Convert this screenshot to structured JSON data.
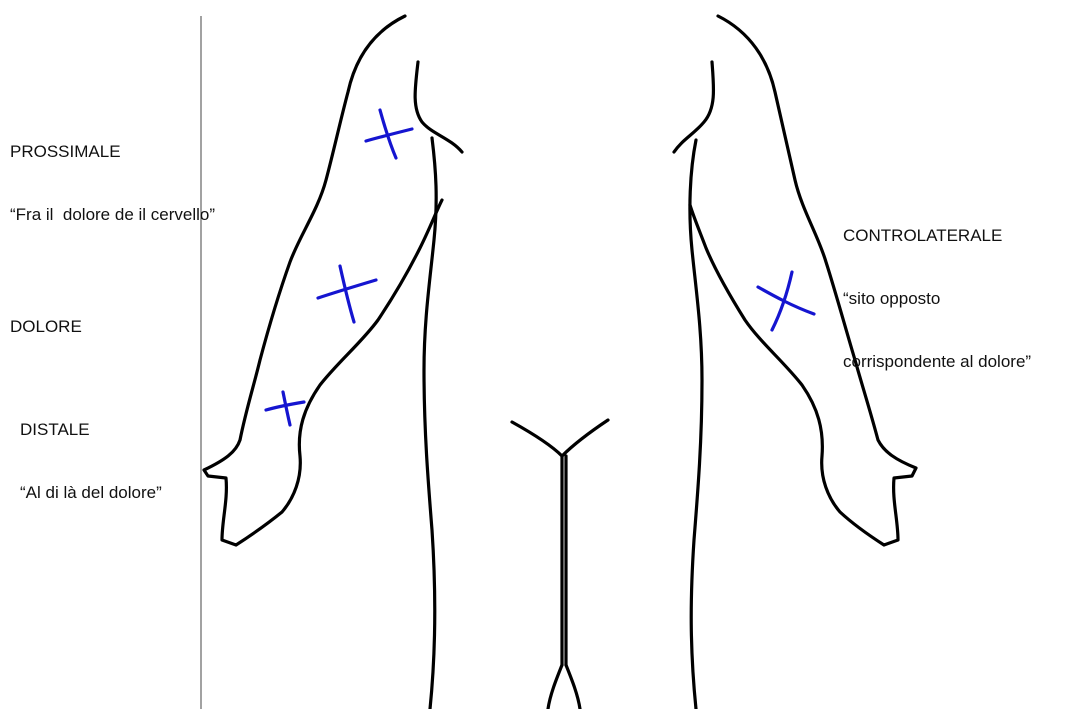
{
  "labels": {
    "proximal_title": "PROSSIMALE",
    "proximal_desc": "“Fra il  dolore de il cervello”",
    "pain_title": "DOLORE",
    "distal_title": "DISTALE",
    "distal_desc": "“Al di là del dolore”",
    "contralateral_title": "CONTROLATERALE",
    "contralateral_desc_1": "“sito opposto",
    "contralateral_desc_2": "corrispondente al dolore”"
  },
  "colors": {
    "outline": "#000000",
    "marker": "#1515d0",
    "divider": "#333333"
  }
}
